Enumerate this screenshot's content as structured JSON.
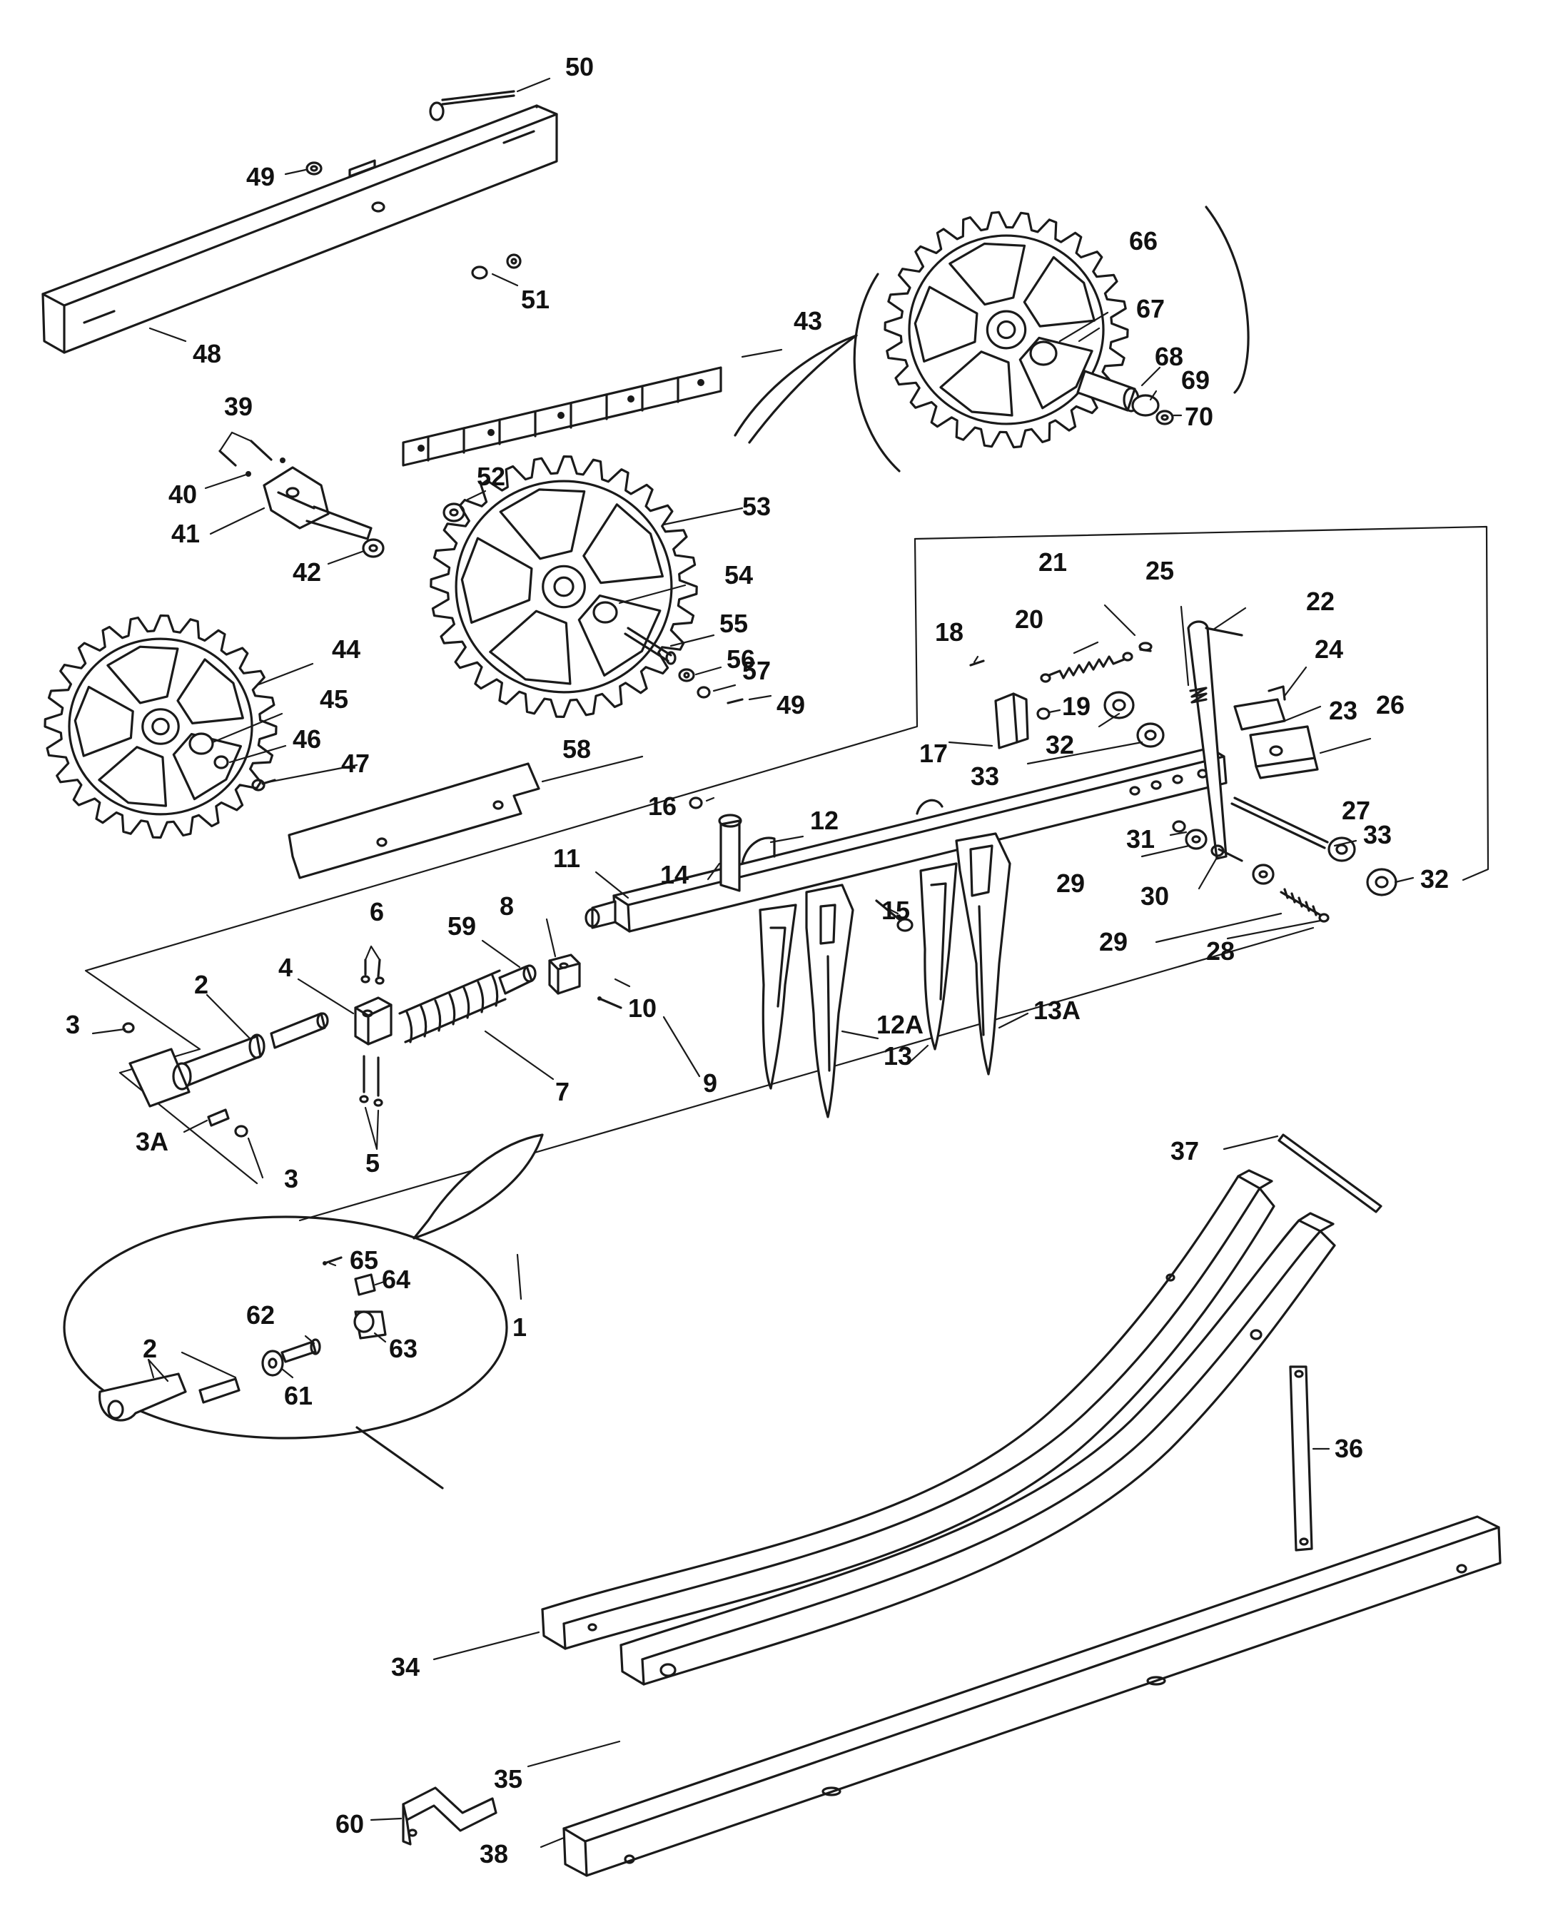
{
  "diagram": {
    "callouts": [
      {
        "id": "c50",
        "text": "50"
      },
      {
        "id": "c49a",
        "text": "49"
      },
      {
        "id": "c51",
        "text": "51"
      },
      {
        "id": "c48",
        "text": "48"
      },
      {
        "id": "c43",
        "text": "43"
      },
      {
        "id": "c66",
        "text": "66"
      },
      {
        "id": "c67",
        "text": "67"
      },
      {
        "id": "c68",
        "text": "68"
      },
      {
        "id": "c69",
        "text": "69"
      },
      {
        "id": "c70",
        "text": "70"
      },
      {
        "id": "c39",
        "text": "39"
      },
      {
        "id": "c40",
        "text": "40"
      },
      {
        "id": "c41",
        "text": "41"
      },
      {
        "id": "c42",
        "text": "42"
      },
      {
        "id": "c52",
        "text": "52"
      },
      {
        "id": "c53",
        "text": "53"
      },
      {
        "id": "c54",
        "text": "54"
      },
      {
        "id": "c55",
        "text": "55"
      },
      {
        "id": "c56",
        "text": "56"
      },
      {
        "id": "c57",
        "text": "57"
      },
      {
        "id": "c49b",
        "text": "49"
      },
      {
        "id": "c44",
        "text": "44"
      },
      {
        "id": "c45",
        "text": "45"
      },
      {
        "id": "c46",
        "text": "46"
      },
      {
        "id": "c47",
        "text": "47"
      },
      {
        "id": "c21",
        "text": "21"
      },
      {
        "id": "c25",
        "text": "25"
      },
      {
        "id": "c22",
        "text": "22"
      },
      {
        "id": "c18",
        "text": "18"
      },
      {
        "id": "c20",
        "text": "20"
      },
      {
        "id": "c24",
        "text": "24"
      },
      {
        "id": "c23",
        "text": "23"
      },
      {
        "id": "c19",
        "text": "19"
      },
      {
        "id": "c26",
        "text": "26"
      },
      {
        "id": "c17",
        "text": "17"
      },
      {
        "id": "c32a",
        "text": "32"
      },
      {
        "id": "c33a",
        "text": "33"
      },
      {
        "id": "c58",
        "text": "58"
      },
      {
        "id": "c16",
        "text": "16"
      },
      {
        "id": "c12",
        "text": "12"
      },
      {
        "id": "c27",
        "text": "27"
      },
      {
        "id": "c33b",
        "text": "33"
      },
      {
        "id": "c11",
        "text": "11"
      },
      {
        "id": "c14",
        "text": "14"
      },
      {
        "id": "c31",
        "text": "31"
      },
      {
        "id": "c29a",
        "text": "29"
      },
      {
        "id": "c30",
        "text": "30"
      },
      {
        "id": "c32b",
        "text": "32"
      },
      {
        "id": "c6",
        "text": "6"
      },
      {
        "id": "c8",
        "text": "8"
      },
      {
        "id": "c59",
        "text": "59"
      },
      {
        "id": "c15",
        "text": "15"
      },
      {
        "id": "c29b",
        "text": "29"
      },
      {
        "id": "c28",
        "text": "28"
      },
      {
        "id": "c4",
        "text": "4"
      },
      {
        "id": "c10",
        "text": "10"
      },
      {
        "id": "c3a",
        "text": "3"
      },
      {
        "id": "c2a",
        "text": "2"
      },
      {
        "id": "c12A",
        "text": "12A"
      },
      {
        "id": "c13A",
        "text": "13A"
      },
      {
        "id": "c13",
        "text": "13"
      },
      {
        "id": "c7",
        "text": "7"
      },
      {
        "id": "c9",
        "text": "9"
      },
      {
        "id": "c3A",
        "text": "3A"
      },
      {
        "id": "c5",
        "text": "5"
      },
      {
        "id": "c3b",
        "text": "3"
      },
      {
        "id": "c37",
        "text": "37"
      },
      {
        "id": "c65",
        "text": "65"
      },
      {
        "id": "c64",
        "text": "64"
      },
      {
        "id": "c1",
        "text": "1"
      },
      {
        "id": "c62",
        "text": "62"
      },
      {
        "id": "c63",
        "text": "63"
      },
      {
        "id": "c2b",
        "text": "2"
      },
      {
        "id": "c61",
        "text": "61"
      },
      {
        "id": "c36",
        "text": "36"
      },
      {
        "id": "c34",
        "text": "34"
      },
      {
        "id": "c35",
        "text": "35"
      },
      {
        "id": "c60",
        "text": "60"
      },
      {
        "id": "c38",
        "text": "38"
      }
    ]
  }
}
